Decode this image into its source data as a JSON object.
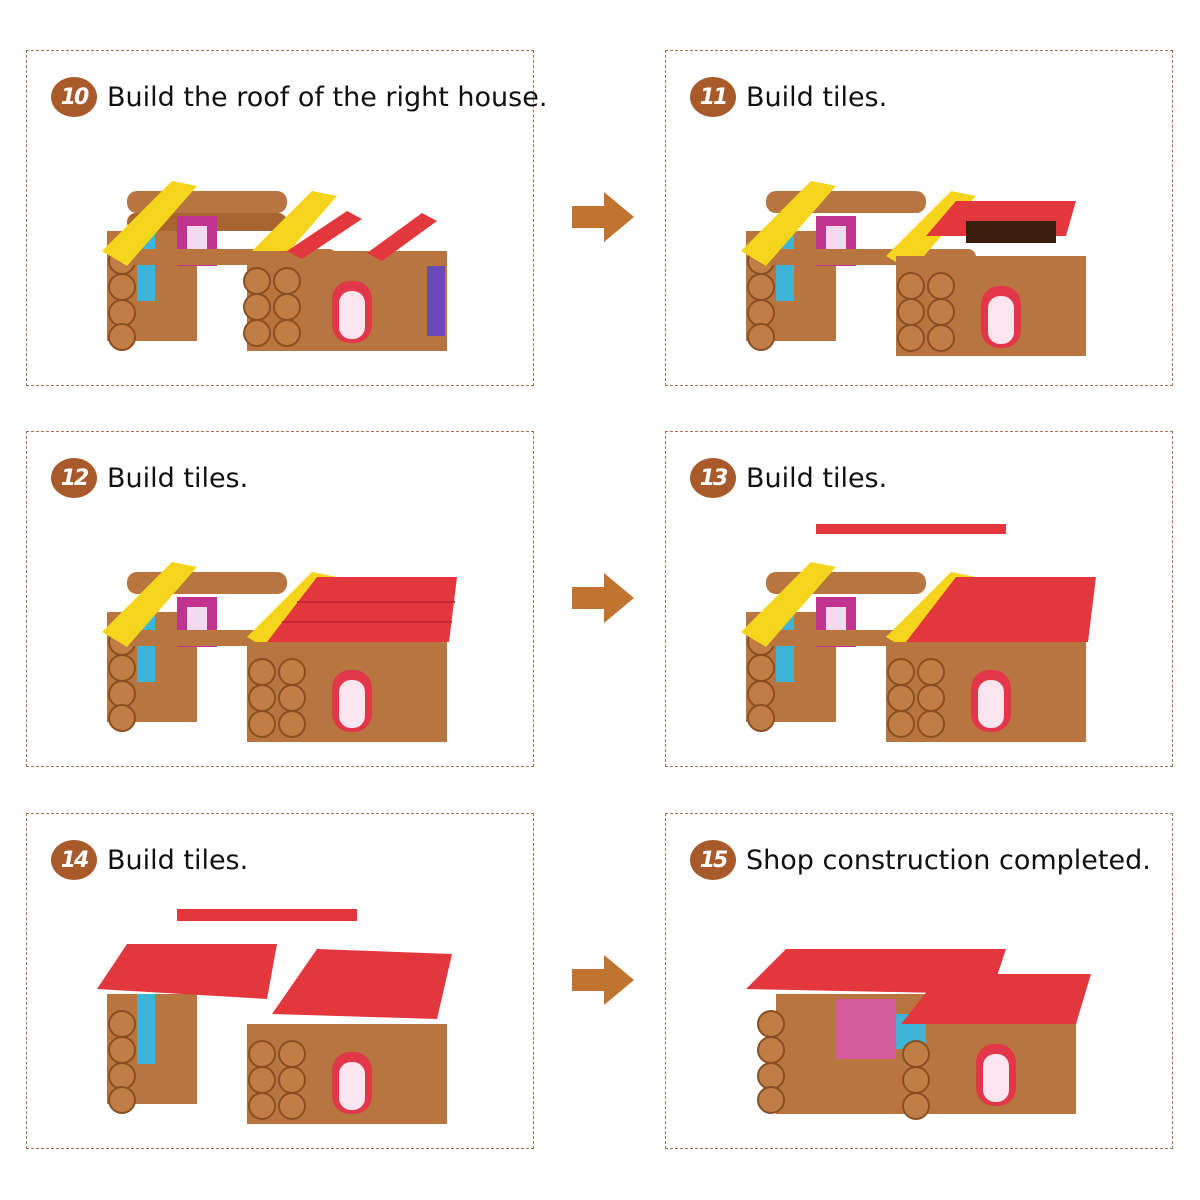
{
  "steps": [
    {
      "number": "10",
      "text": "Build the roof of the right house."
    },
    {
      "number": "11",
      "text": "Build tiles."
    },
    {
      "number": "12",
      "text": "Build tiles."
    },
    {
      "number": "13",
      "text": "Build tiles."
    },
    {
      "number": "14",
      "text": "Build tiles."
    },
    {
      "number": "15",
      "text": "Shop construction completed."
    }
  ],
  "colors": {
    "border": "#b0714a",
    "badge": "#a85a2a",
    "arrow": "#c0742f",
    "log": "#b8753f",
    "roof": "#e3373e",
    "yellow": "#f4d51c"
  }
}
